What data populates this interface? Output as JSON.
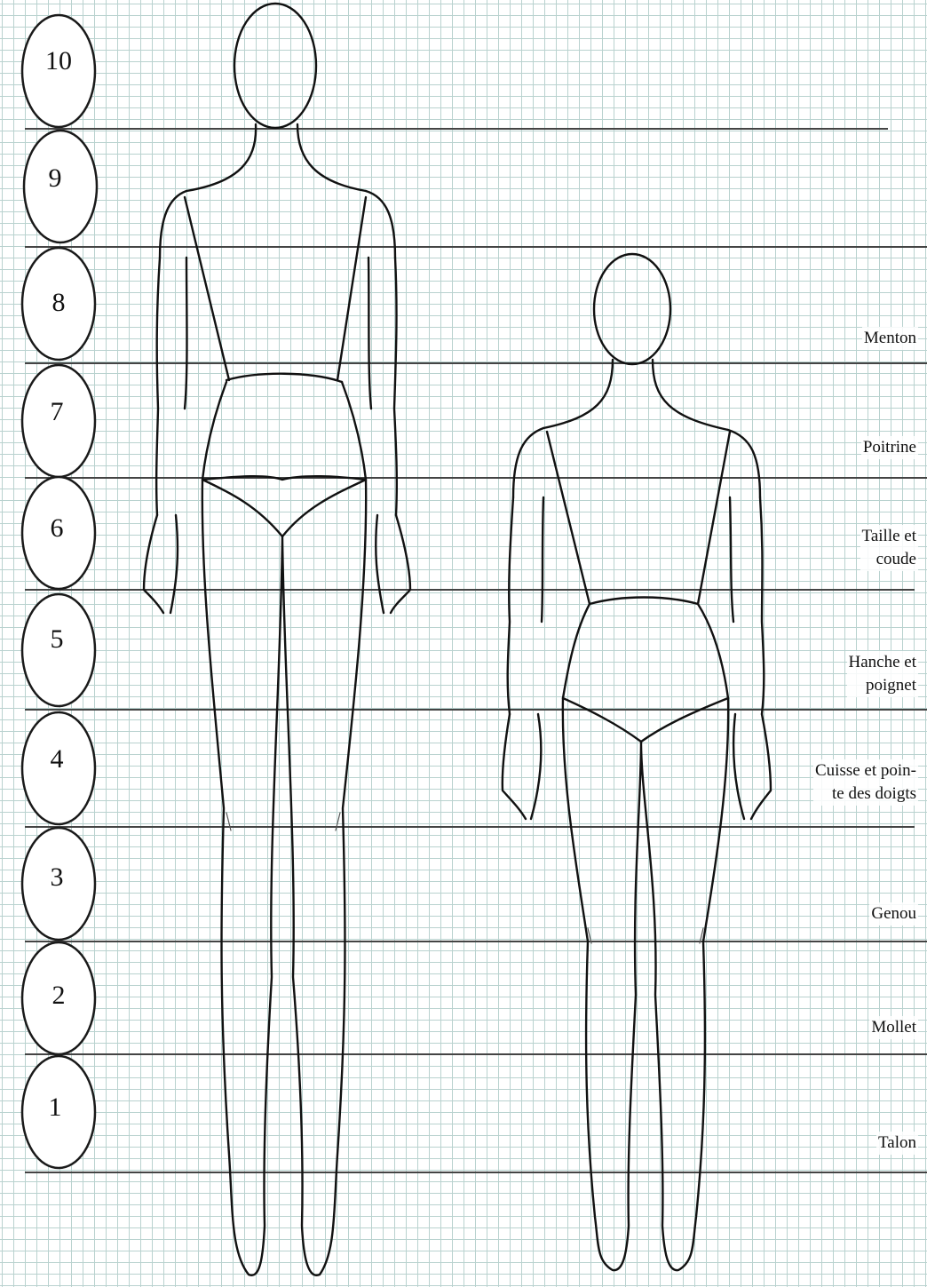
{
  "head_units": [
    "10",
    "9",
    "8",
    "7",
    "6",
    "5",
    "4",
    "3",
    "2",
    "1"
  ],
  "landmarks": {
    "menton": "Menton",
    "poitrine": "Poitrine",
    "taille_line1": "Taille et",
    "taille_line2": "coude",
    "hanche_line1": "Hanche et",
    "hanche_line2": "poignet",
    "cuisse_line1": "Cuisse et poin-",
    "cuisse_line2": "te  des doigts",
    "genou": "Genou",
    "mollet": "Mollet",
    "talon": "Talon"
  },
  "colors": {
    "grid": "#b9d2cf",
    "ink": "#111111"
  }
}
